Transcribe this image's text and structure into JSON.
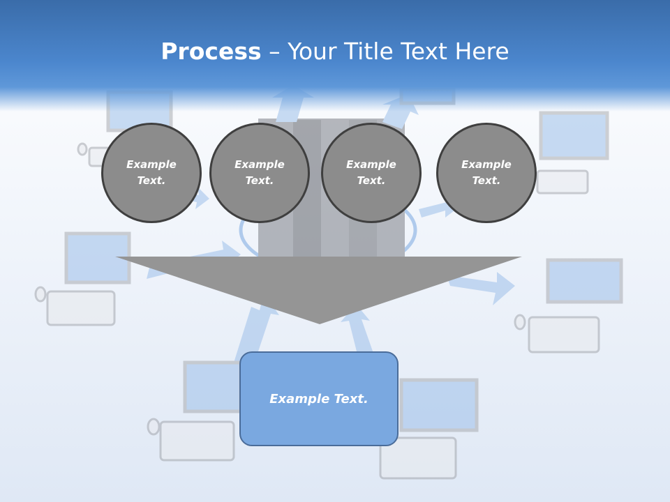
{
  "slide": {
    "title_bold": "Process",
    "title_rest": " – Your Title Text Here",
    "circles": [
      {
        "label": "Example Text."
      },
      {
        "label": "Example Text."
      },
      {
        "label": "Example Text."
      },
      {
        "label": "Example Text."
      }
    ],
    "result_label": "Example Text."
  },
  "colors": {
    "header_blue": "#4b86cd",
    "circle_fill": "#8c8c8c",
    "circle_border": "#3f3f3f",
    "funnel_fill": "#959595",
    "result_fill": "#7aa8e0",
    "result_border": "#4a6c99",
    "background_art_blue": "#9ec0ea"
  },
  "icons": [
    "computer-monitor-icon",
    "keyboard-icon",
    "mouse-icon",
    "server-tower-icon",
    "network-arrow-icon"
  ]
}
